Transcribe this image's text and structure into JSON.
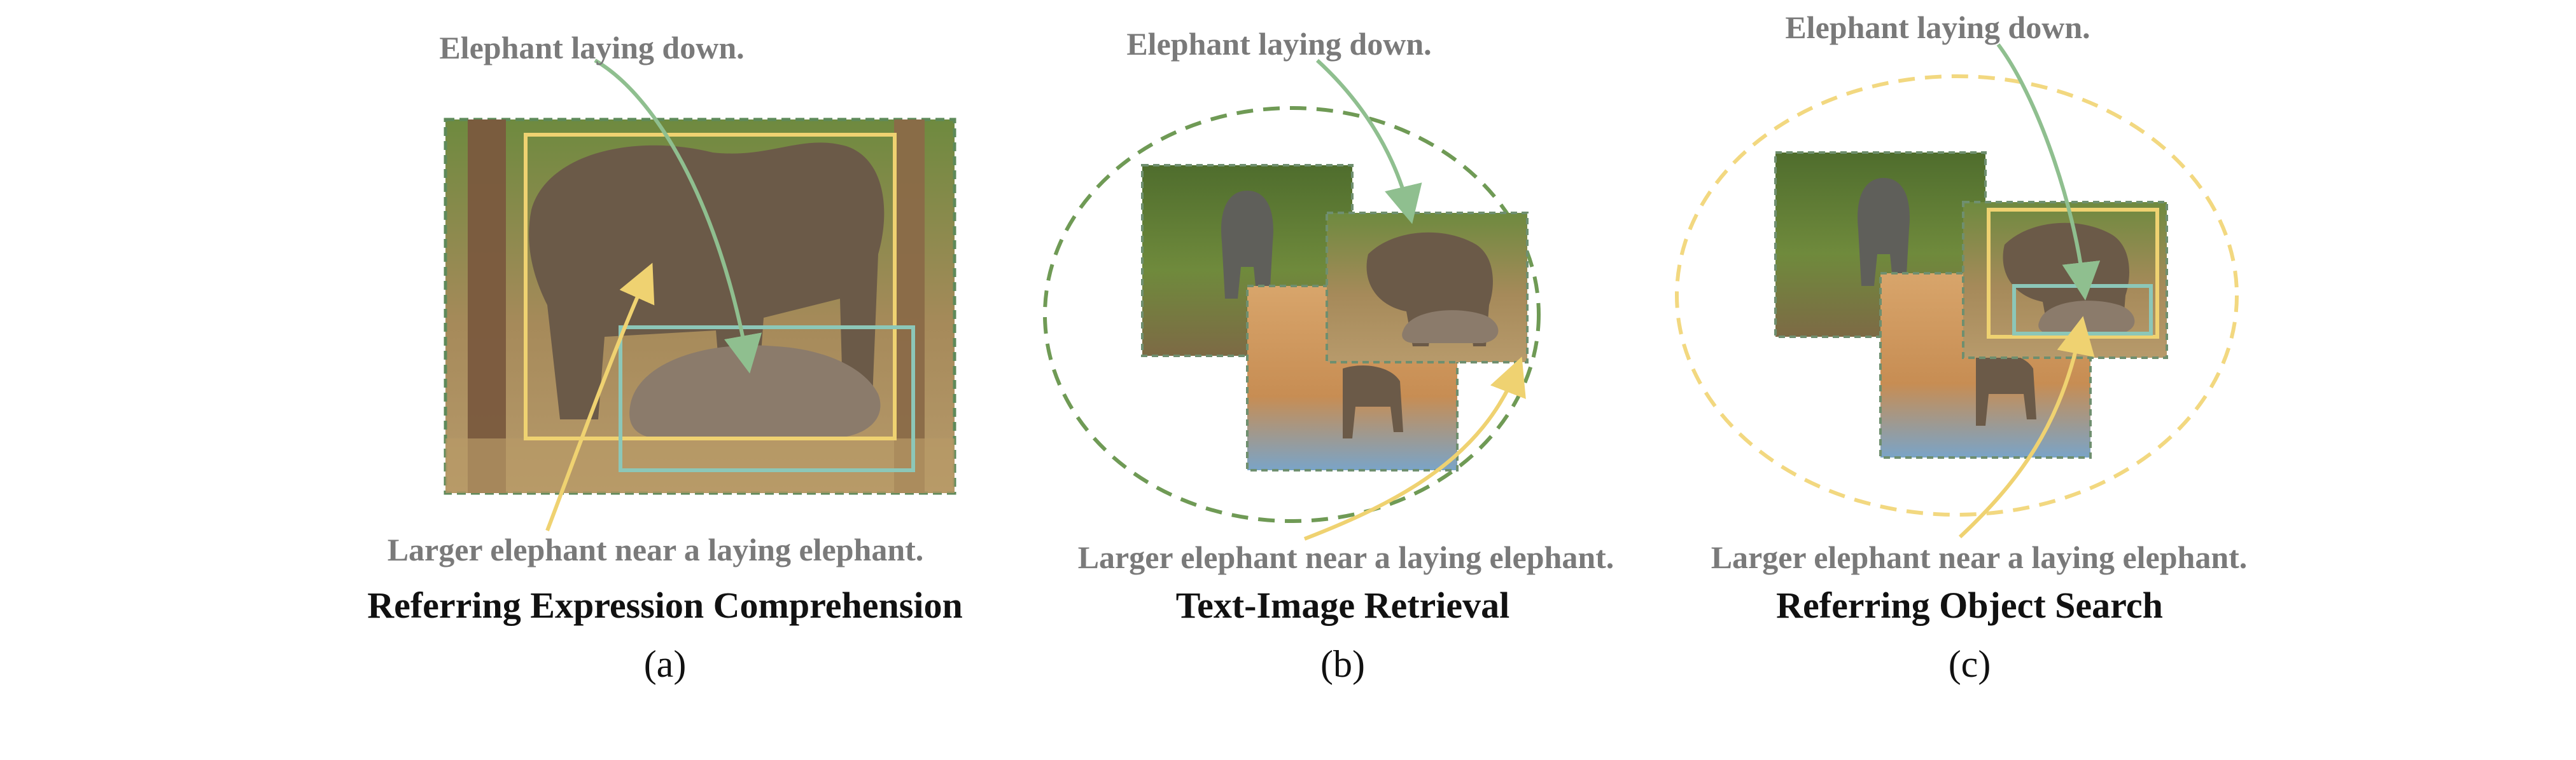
{
  "colors": {
    "green": "#8fbf8f",
    "yellow": "#efd271",
    "dash_green": "#6f9a55",
    "dash_yellow": "#f2d880",
    "teal": "#8cc7b8",
    "phrase_gray": "#7a7a7a",
    "title_black": "#111111"
  },
  "panels": [
    {
      "top_phrase": "Elephant laying down.",
      "bottom_phrase": "Larger elephant near a laying elephant.",
      "title": "Referring Expression Comprehension",
      "letter": "(a)"
    },
    {
      "top_phrase": "Elephant laying down.",
      "bottom_phrase": "Larger elephant near a laying elephant.",
      "title": "Text-Image Retrieval",
      "letter": "(b)"
    },
    {
      "top_phrase": "Elephant laying down.",
      "bottom_phrase": "Larger elephant near a laying elephant.",
      "title": "Referring Object Search",
      "letter": "(c)"
    }
  ]
}
